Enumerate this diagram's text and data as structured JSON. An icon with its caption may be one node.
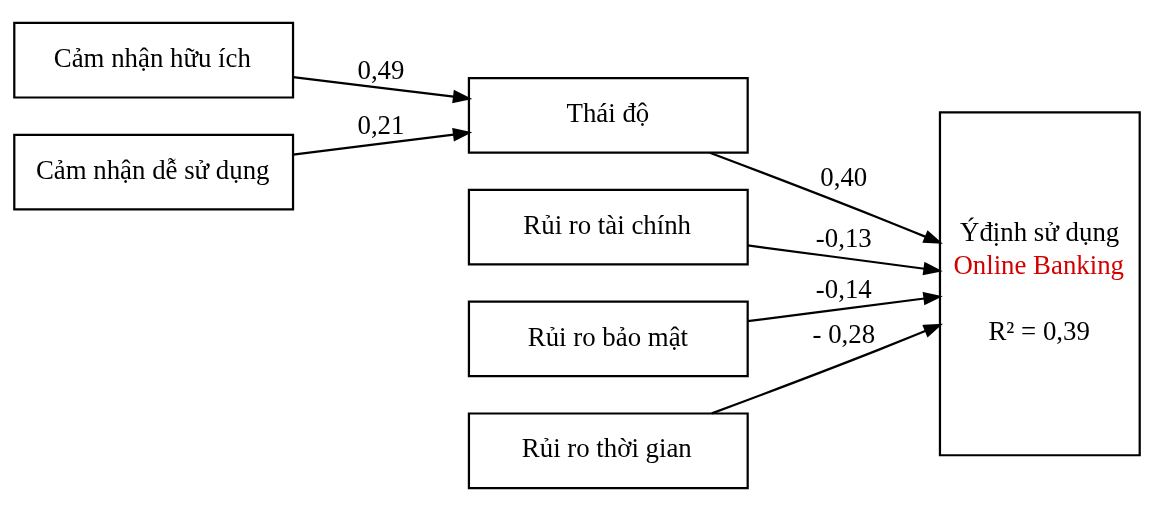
{
  "diagram": {
    "nodes": [
      {
        "text": [
          "Cảm nhận hữu ích"
        ]
      },
      {
        "text": [
          "Cảm nhận dễ sử dụng"
        ]
      },
      {
        "text": [
          "Thái độ"
        ]
      },
      {
        "text": [
          "Rủi ro tài chính"
        ]
      },
      {
        "text": [
          "Rủi ro bảo mật"
        ]
      },
      {
        "text": [
          "Rủi ro thời gian"
        ]
      },
      {
        "text": [
          "Ýđịnh sử dụng",
          "Online Banking",
          "R² = 0,39"
        ]
      }
    ],
    "edges": [
      {
        "from": 0,
        "to": 2,
        "arrow": "to",
        "label": "0,49"
      },
      {
        "from": 1,
        "to": 2,
        "arrow": "to",
        "label": "0,21"
      },
      {
        "from": 2,
        "to": 6,
        "arrow": "to",
        "label": "0,40"
      },
      {
        "from": 3,
        "to": 6,
        "arrow": "to",
        "label": "-0,13"
      },
      {
        "from": 4,
        "to": 6,
        "arrow": "to",
        "label": "-0,14"
      },
      {
        "from": 5,
        "to": 6,
        "arrow": "to",
        "label": "- 0,28"
      }
    ]
  }
}
